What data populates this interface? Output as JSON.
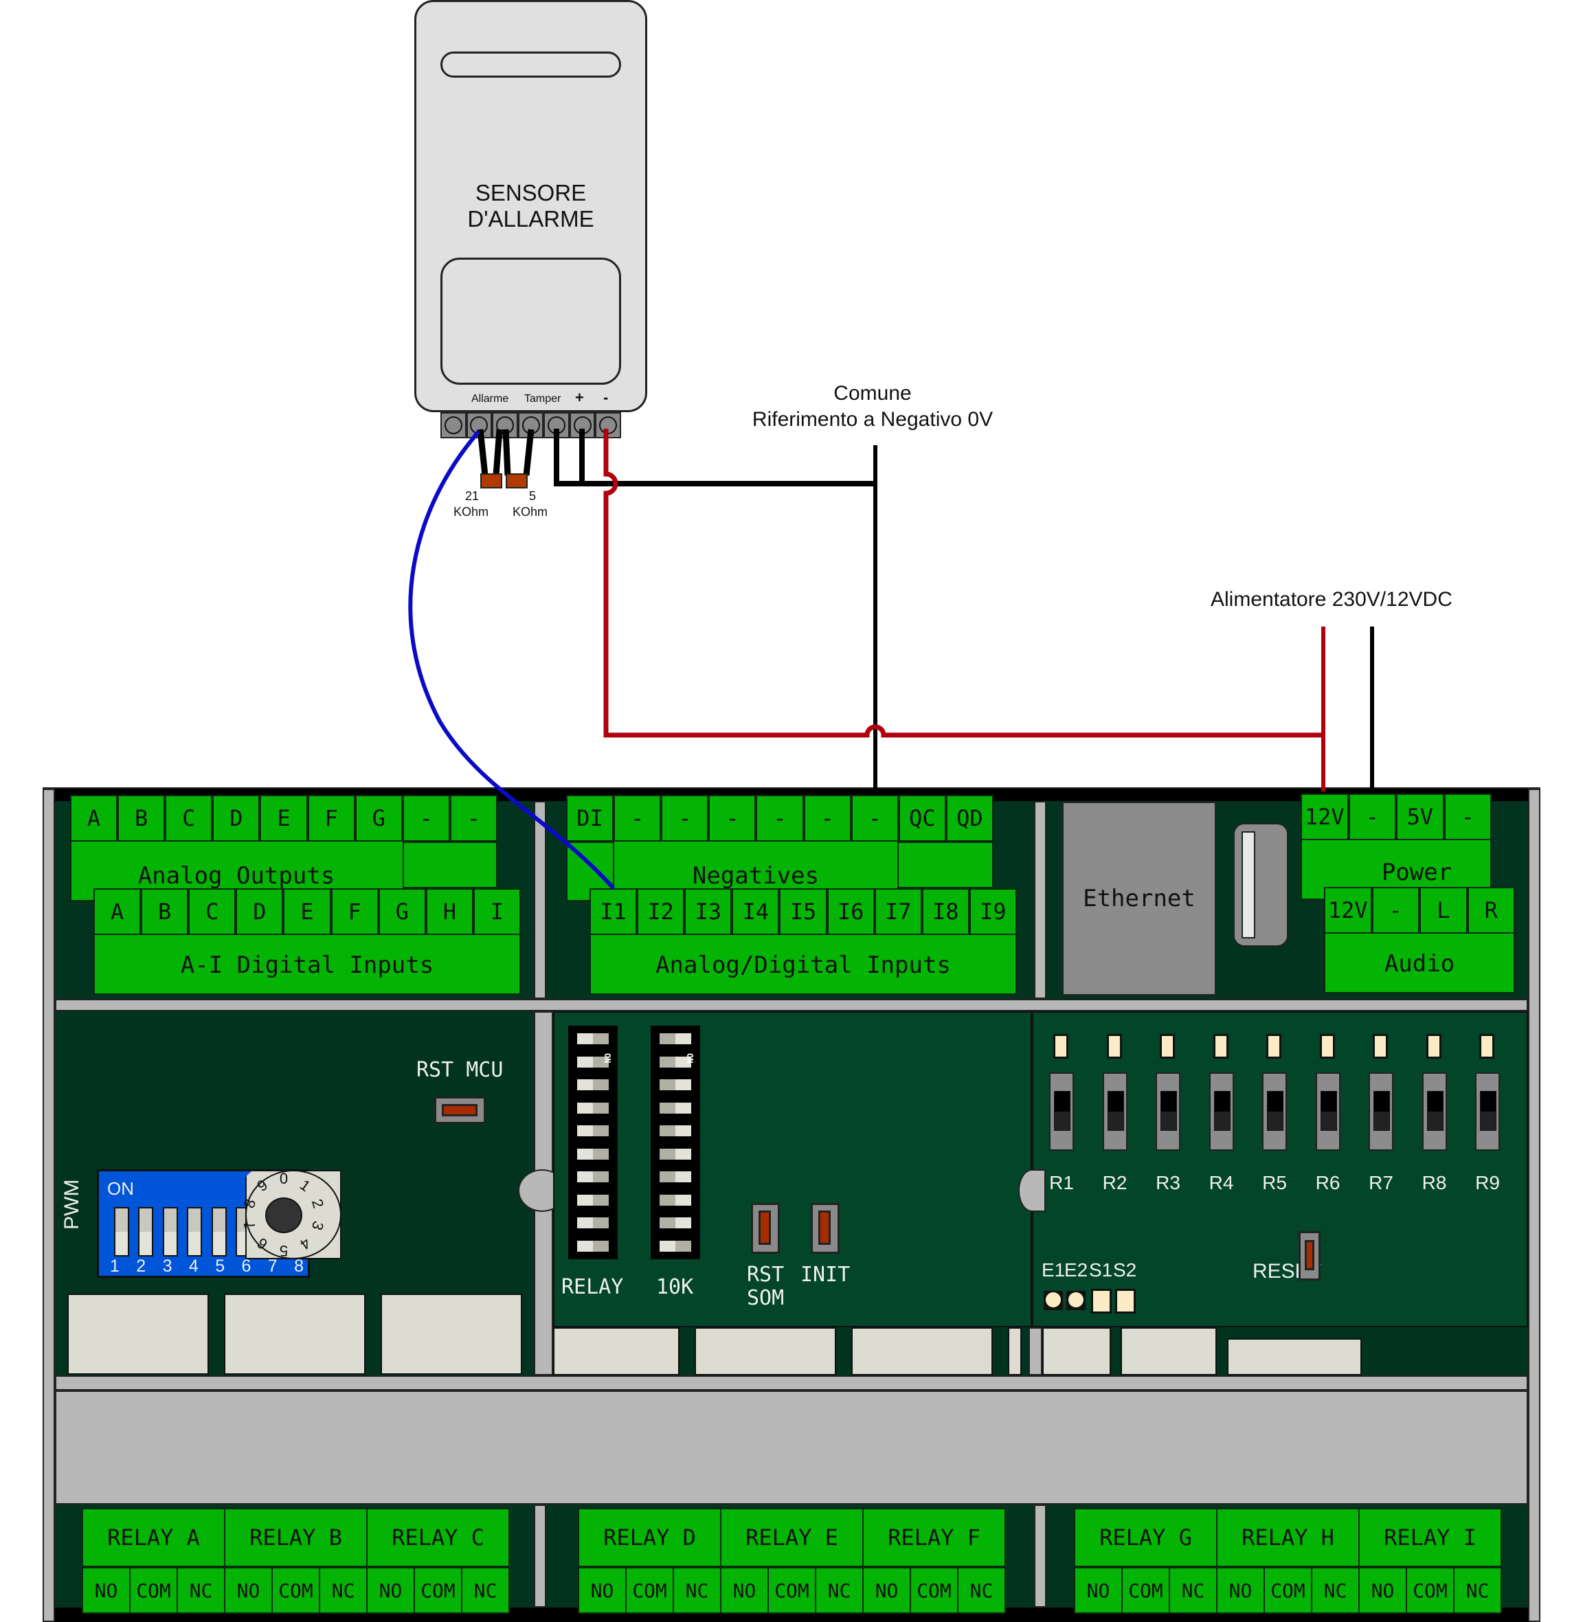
{
  "sensor": {
    "title_line1": "SENSORE",
    "title_line2": "D'ALLARME",
    "terminal_labels": {
      "allarme": "Allarme",
      "tamper": "Tamper",
      "plus": "+",
      "minus": "-"
    },
    "resistors": [
      {
        "value": "21",
        "unit": "KOhm"
      },
      {
        "value": "5",
        "unit": "KOhm"
      }
    ]
  },
  "annotations": {
    "comune_line1": "Comune",
    "comune_line2": "Riferimento a Negativo 0V",
    "power_supply": "Alimentatore 230V/12VDC"
  },
  "wire_colors": {
    "positive": "#b0000e",
    "negative": "#000000",
    "signal": "#0a0ac8"
  },
  "top_terminals": {
    "analog_outputs": {
      "pins": [
        "A",
        "B",
        "C",
        "D",
        "E",
        "F",
        "G",
        "-",
        "-"
      ],
      "label": "Analog Outputs"
    },
    "digital_inputs": {
      "pins": [
        "A",
        "B",
        "C",
        "D",
        "E",
        "F",
        "G",
        "H",
        "I"
      ],
      "label": "A-I Digital Inputs"
    },
    "negatives": {
      "pins": [
        "DI",
        "-",
        "-",
        "-",
        "-",
        "-",
        "-",
        "QC",
        "QD"
      ],
      "label": "Negatives"
    },
    "analog_digital_inputs": {
      "pins": [
        "I1",
        "I2",
        "I3",
        "I4",
        "I5",
        "I6",
        "I7",
        "I8",
        "I9"
      ],
      "label": "Analog/Digital Inputs"
    },
    "ethernet": {
      "label": "Ethernet"
    },
    "power": {
      "pins": [
        "12V",
        "-",
        "5V",
        "-"
      ],
      "label": "Power"
    },
    "audio": {
      "pins": [
        "12V",
        "-",
        "L",
        "R"
      ],
      "label": "Audio"
    }
  },
  "board": {
    "rst_mcu": "RST MCU",
    "pwm_label": "PWM",
    "pwm_dip": {
      "on_label": "ON",
      "numbers": [
        "1",
        "2",
        "3",
        "4",
        "5",
        "6",
        "7",
        "8"
      ]
    },
    "rotary_digits": [
      "0",
      "1",
      "2",
      "3",
      "4",
      "5",
      "6",
      "7",
      "8",
      "9"
    ],
    "relay_dip_label": "RELAY",
    "tenk_dip_label": "10K",
    "dip_on_label": "ON",
    "rst_som_line1": "RST",
    "rst_som_line2": "SOM",
    "init_label": "INIT",
    "relay_switches": [
      "R1",
      "R2",
      "R3",
      "R4",
      "R5",
      "R6",
      "R7",
      "R8",
      "R9"
    ],
    "indicators": [
      "E1",
      "E2",
      "S1",
      "S2"
    ],
    "reset_label": "RESET"
  },
  "relays": [
    {
      "label": "RELAY A",
      "pins": [
        "NO",
        "COM",
        "NC"
      ]
    },
    {
      "label": "RELAY B",
      "pins": [
        "NO",
        "COM",
        "NC"
      ]
    },
    {
      "label": "RELAY C",
      "pins": [
        "NO",
        "COM",
        "NC"
      ]
    },
    {
      "label": "RELAY D",
      "pins": [
        "NO",
        "COM",
        "NC"
      ]
    },
    {
      "label": "RELAY E",
      "pins": [
        "NO",
        "COM",
        "NC"
      ]
    },
    {
      "label": "RELAY F",
      "pins": [
        "NO",
        "COM",
        "NC"
      ]
    },
    {
      "label": "RELAY G",
      "pins": [
        "NO",
        "COM",
        "NC"
      ]
    },
    {
      "label": "RELAY H",
      "pins": [
        "NO",
        "COM",
        "NC"
      ]
    },
    {
      "label": "RELAY I",
      "pins": [
        "NO",
        "COM",
        "NC"
      ]
    }
  ]
}
